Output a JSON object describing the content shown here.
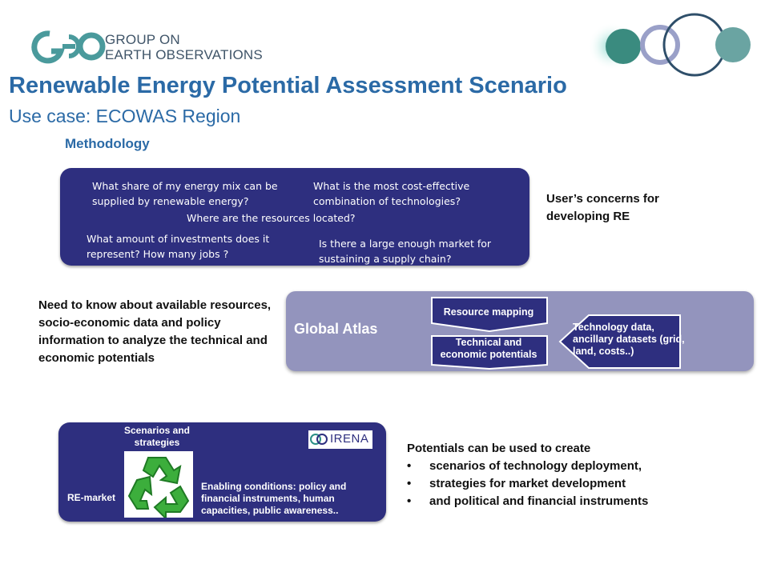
{
  "header": {
    "logo_line1": "GROUP ON",
    "logo_line2": "EARTH OBSERVATIONS",
    "title": "Renewable Energy Potential Assessment Scenario",
    "subtitle": "Use case: ECOWAS Region",
    "section": "Methodology"
  },
  "concerns": {
    "q1": "What share of my energy mix can be supplied by renewable energy?",
    "q2": "What is the most cost-effective combination of technologies?",
    "q3": "Where are the resources located?",
    "q4": "What amount of investments does it represent? How many jobs ?",
    "q5": "Is there a large enough market for sustaining a supply chain?",
    "label": "User’s concerns for developing RE"
  },
  "need": {
    "label": "Need to know about available resources, socio-economic data and policy information to analyze the technical and economic potentials"
  },
  "atlas": {
    "title": "Global Atlas",
    "resource_mapping": "Resource mapping",
    "potentials": "Technical and economic potentials",
    "tech_data": "Technology data, ancillary datasets (grid, land, costs..)"
  },
  "market": {
    "scenarios": "Scenarios and strategies",
    "re_market": "RE-market",
    "enabling": "Enabling conditions: policy and financial instruments, human capacities, public awareness..",
    "irena_logo": "IRENA"
  },
  "potentials": {
    "intro": "Potentials can be used to create",
    "bullets": [
      "scenarios of technology deployment,",
      "strategies for market development",
      "and political and financial instruments"
    ]
  },
  "colors": {
    "title_blue": "#2b6aa6",
    "panel_navy": "#2e2f7f",
    "atlas_lavender": "#9394bd",
    "geo_teal": "#4a9a9c"
  },
  "icons": [
    "geo-logo-icon",
    "geo-circles-icon",
    "recycle-icon",
    "irena-logo-icon"
  ]
}
